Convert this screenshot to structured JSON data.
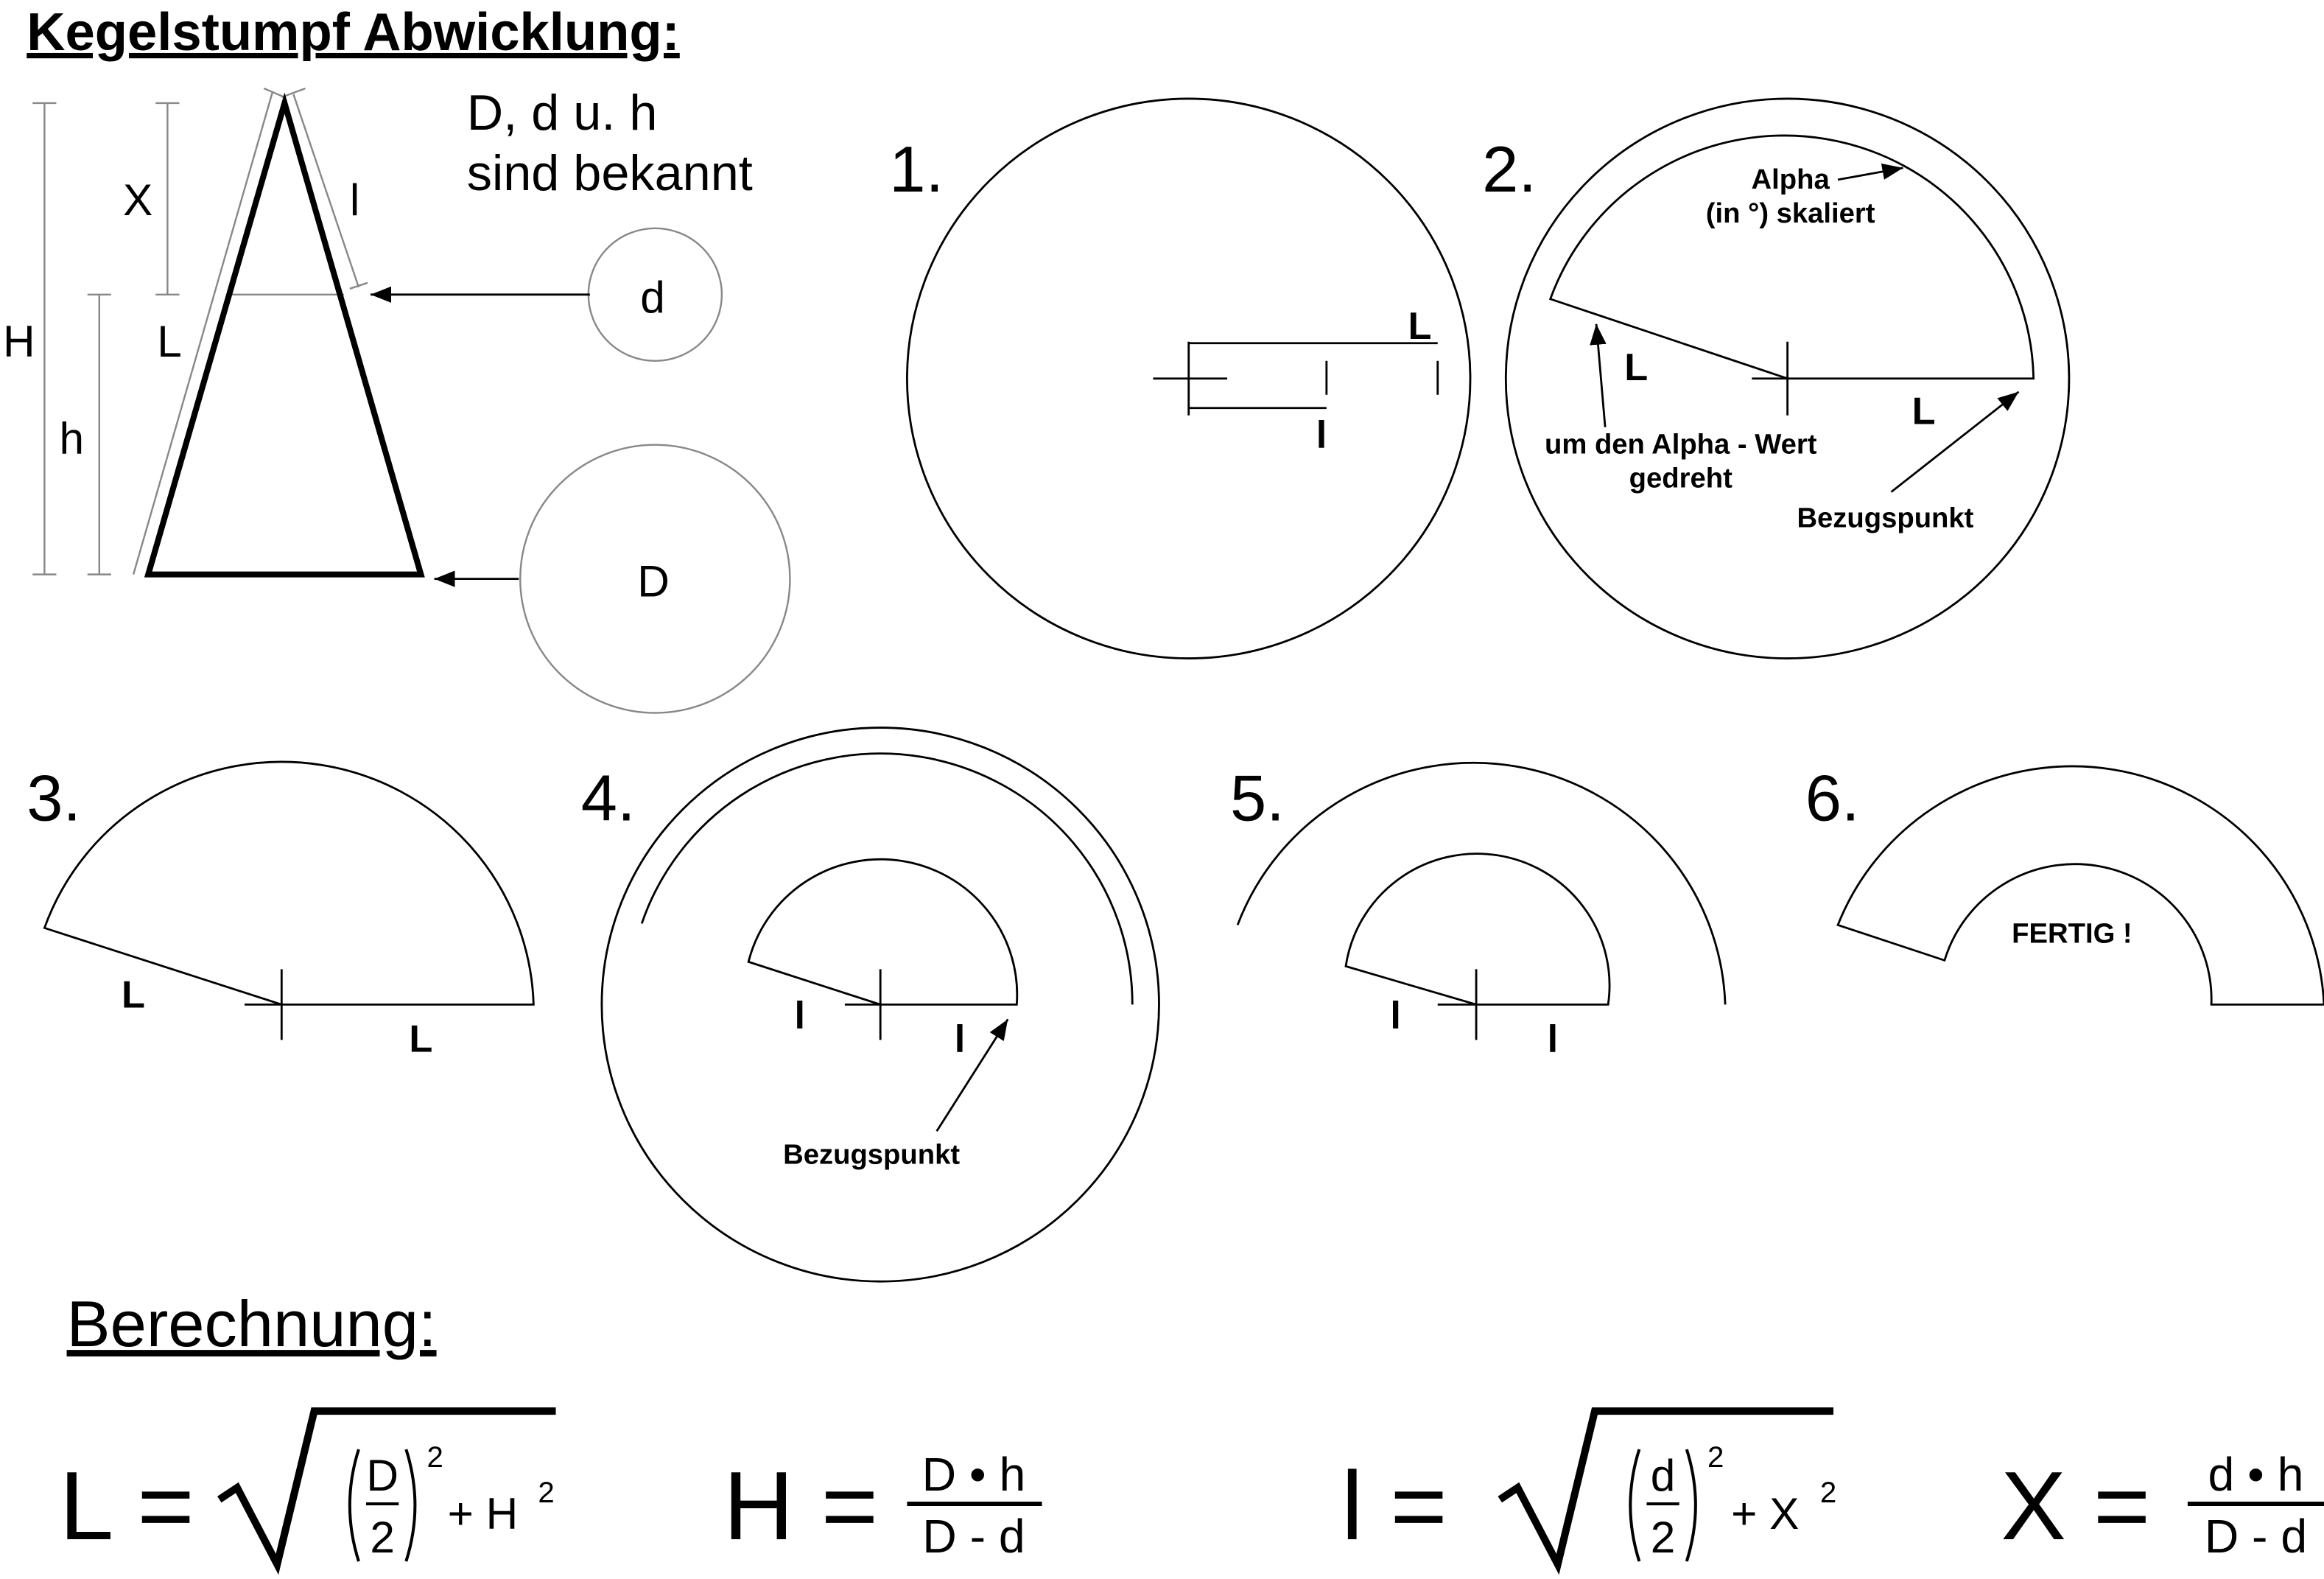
{
  "title": "Kegelstumpf Abwicklung:",
  "given": {
    "line1": "D, d u. h",
    "line2": "sind bekannt"
  },
  "cone_labels": {
    "H": "H",
    "X": "X",
    "L": "L",
    "h": "h",
    "l": "l",
    "d": "d",
    "D": "D"
  },
  "steps": {
    "s1": {
      "num": "1.",
      "L": "L",
      "l": "l"
    },
    "s2": {
      "num": "2.",
      "alpha1": "Alpha",
      "alpha2": "(in °) skaliert",
      "L1": "L",
      "L2": "L",
      "rot1": "um den Alpha - Wert",
      "rot2": "gedreht",
      "ref": "Bezugspunkt"
    },
    "s3": {
      "num": "3.",
      "L1": "L",
      "L2": "L"
    },
    "s4": {
      "num": "4.",
      "l1": "l",
      "l2": "l",
      "ref": "Bezugspunkt"
    },
    "s5": {
      "num": "5.",
      "l1": "l",
      "l2": "l"
    },
    "s6": {
      "num": "6.",
      "done": "FERTIG !"
    }
  },
  "calc_title": "Berechnung:",
  "formulas": {
    "L": {
      "lhs": "L =",
      "num": "D",
      "den": "2",
      "exp": "2",
      "plus": "+ H",
      "exp2": "2"
    },
    "H": {
      "lhs": "H =",
      "num": "D • h",
      "den": "D - d"
    },
    "l": {
      "lhs": "l =",
      "num": "d",
      "den": "2",
      "exp": "2",
      "plus": "+ X",
      "exp2": "2"
    },
    "X": {
      "lhs": "X =",
      "num": "d • h",
      "den": "D - d"
    }
  }
}
